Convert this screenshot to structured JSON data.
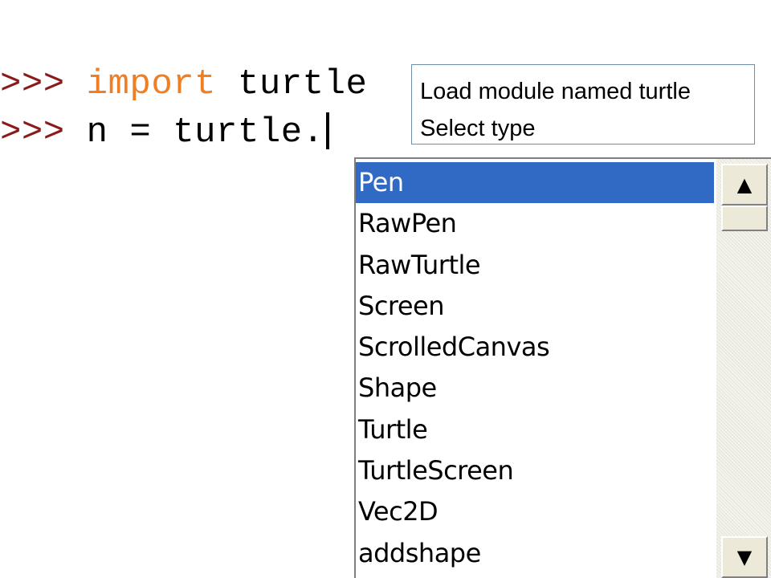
{
  "shell": {
    "line1": {
      "prompt": ">>>",
      "keyword": "import",
      "rest": " turtle"
    },
    "line2": {
      "prompt": ">>>",
      "code": " n = turtle."
    }
  },
  "annotation": {
    "line1": "Load module named turtle",
    "line2": "Select type"
  },
  "completion": {
    "selected_index": 0,
    "items": [
      "Pen",
      "RawPen",
      "RawTurtle",
      "Screen",
      "ScrolledCanvas",
      "Shape",
      "Turtle",
      "TurtleScreen",
      "Vec2D",
      "addshape"
    ]
  },
  "icons": {
    "scroll_up": "arrow-up-icon",
    "scroll_down": "arrow-down-icon"
  },
  "colors": {
    "prompt": "#8b1a1a",
    "keyword": "#f07e22",
    "selection": "#316ac5",
    "annotation_border": "#6f8ea8"
  }
}
